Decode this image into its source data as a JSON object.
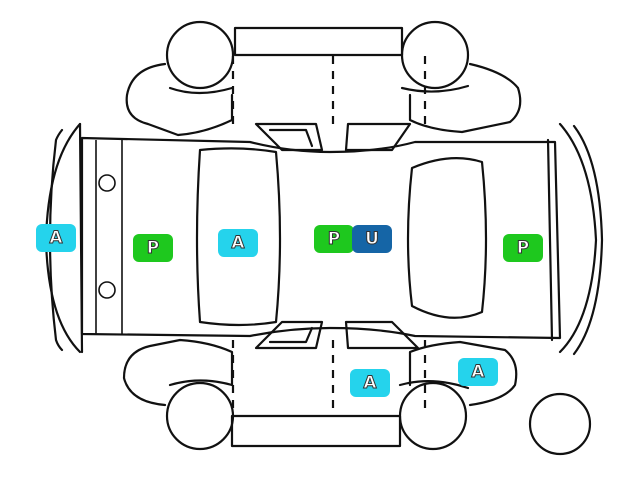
{
  "colors": {
    "A": "#25d3ec",
    "P": "#1ec81e",
    "U": "#1565a6"
  },
  "markers": [
    {
      "id": "front-left-end",
      "code": "A",
      "color_key": "A"
    },
    {
      "id": "hood",
      "code": "P",
      "color_key": "P"
    },
    {
      "id": "windshield",
      "code": "A",
      "color_key": "A"
    },
    {
      "id": "roof-1",
      "code": "P",
      "color_key": "P"
    },
    {
      "id": "roof-2",
      "code": "U",
      "color_key": "U"
    },
    {
      "id": "trunk",
      "code": "P",
      "color_key": "P"
    },
    {
      "id": "right-rear-door",
      "code": "A",
      "color_key": "A"
    },
    {
      "id": "right-rear-fender",
      "code": "A",
      "color_key": "A"
    }
  ]
}
